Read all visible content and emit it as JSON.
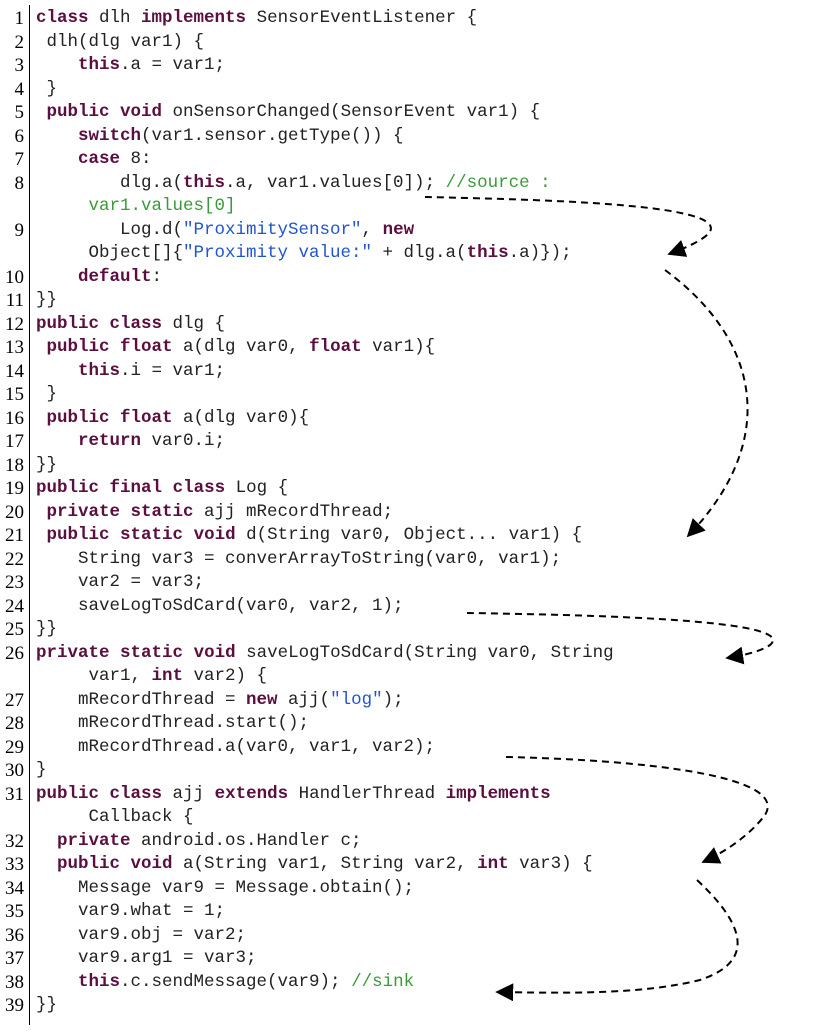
{
  "lines": [
    {
      "n": "1",
      "indent": 0,
      "segs": [
        [
          "kw",
          "class"
        ],
        [
          "t",
          " dlh "
        ],
        [
          "kw",
          "implements"
        ],
        [
          "t",
          " SensorEventListener {"
        ]
      ]
    },
    {
      "n": "2",
      "indent": 1,
      "segs": [
        [
          "t",
          "dlh(dlg var1) {"
        ]
      ]
    },
    {
      "n": "3",
      "indent": 4,
      "segs": [
        [
          "kw",
          "this"
        ],
        [
          "t",
          ".a = var1;"
        ]
      ]
    },
    {
      "n": "4",
      "indent": 1,
      "segs": [
        [
          "t",
          "}"
        ]
      ]
    },
    {
      "n": "5",
      "indent": 1,
      "segs": [
        [
          "kw",
          "public"
        ],
        [
          "t",
          " "
        ],
        [
          "kw",
          "void"
        ],
        [
          "t",
          " onSensorChanged(SensorEvent var1) {"
        ]
      ]
    },
    {
      "n": "6",
      "indent": 4,
      "segs": [
        [
          "kw",
          "switch"
        ],
        [
          "t",
          "(var1.sensor.getType()) {"
        ]
      ]
    },
    {
      "n": "7",
      "indent": 4,
      "segs": [
        [
          "kw",
          "case"
        ],
        [
          "t",
          " 8:"
        ]
      ]
    },
    {
      "n": "8",
      "indent": 8,
      "segs": [
        [
          "t",
          "dlg.a("
        ],
        [
          "kw",
          "this"
        ],
        [
          "t",
          ".a, var1.values[0]); "
        ],
        [
          "cm",
          "//source :"
        ]
      ]
    },
    {
      "n": "",
      "indent": 5,
      "segs": [
        [
          "cm",
          "var1.values[0]"
        ]
      ]
    },
    {
      "n": "9",
      "indent": 8,
      "segs": [
        [
          "t",
          "Log.d("
        ],
        [
          "str",
          "\"ProximitySensor\""
        ],
        [
          "t",
          ", "
        ],
        [
          "kw",
          "new"
        ]
      ]
    },
    {
      "n": "",
      "indent": 5,
      "segs": [
        [
          "t",
          "Object[]{"
        ],
        [
          "str",
          "\"Proximity value:\""
        ],
        [
          "t",
          " + dlg.a("
        ],
        [
          "kw",
          "this"
        ],
        [
          "t",
          ".a)});"
        ]
      ]
    },
    {
      "n": "10",
      "indent": 4,
      "segs": [
        [
          "kw",
          "default"
        ],
        [
          "t",
          ":"
        ]
      ]
    },
    {
      "n": "11",
      "indent": 0,
      "segs": [
        [
          "t",
          "}}"
        ]
      ]
    },
    {
      "n": "12",
      "indent": 0,
      "segs": [
        [
          "kw",
          "public"
        ],
        [
          "t",
          " "
        ],
        [
          "kw",
          "class"
        ],
        [
          "t",
          " dlg {"
        ]
      ]
    },
    {
      "n": "13",
      "indent": 1,
      "segs": [
        [
          "kw",
          "public"
        ],
        [
          "t",
          " "
        ],
        [
          "kw",
          "float"
        ],
        [
          "t",
          " a(dlg var0, "
        ],
        [
          "kw",
          "float"
        ],
        [
          "t",
          " var1){"
        ]
      ]
    },
    {
      "n": "14",
      "indent": 4,
      "segs": [
        [
          "kw",
          "this"
        ],
        [
          "t",
          ".i = var1;"
        ]
      ]
    },
    {
      "n": "15",
      "indent": 1,
      "segs": [
        [
          "t",
          "}"
        ]
      ]
    },
    {
      "n": "16",
      "indent": 1,
      "segs": [
        [
          "kw",
          "public"
        ],
        [
          "t",
          " "
        ],
        [
          "kw",
          "float"
        ],
        [
          "t",
          " a(dlg var0){"
        ]
      ]
    },
    {
      "n": "17",
      "indent": 4,
      "segs": [
        [
          "kw",
          "return"
        ],
        [
          "t",
          " var0.i;"
        ]
      ]
    },
    {
      "n": "18",
      "indent": 0,
      "segs": [
        [
          "t",
          "}}"
        ]
      ]
    },
    {
      "n": "19",
      "indent": 0,
      "segs": [
        [
          "kw",
          "public"
        ],
        [
          "t",
          " "
        ],
        [
          "kw",
          "final"
        ],
        [
          "t",
          " "
        ],
        [
          "kw",
          "class"
        ],
        [
          "t",
          " Log {"
        ]
      ]
    },
    {
      "n": "20",
      "indent": 1,
      "segs": [
        [
          "kw",
          "private"
        ],
        [
          "t",
          " "
        ],
        [
          "kw",
          "static"
        ],
        [
          "t",
          " ajj mRecordThread;"
        ]
      ]
    },
    {
      "n": "21",
      "indent": 1,
      "segs": [
        [
          "kw",
          "public"
        ],
        [
          "t",
          " "
        ],
        [
          "kw",
          "static"
        ],
        [
          "t",
          " "
        ],
        [
          "kw",
          "void"
        ],
        [
          "t",
          " d(String var0, Object... var1) {"
        ]
      ]
    },
    {
      "n": "22",
      "indent": 4,
      "segs": [
        [
          "t",
          "String var3 = converArrayToString(var0, var1);"
        ]
      ]
    },
    {
      "n": "23",
      "indent": 4,
      "segs": [
        [
          "t",
          "var2 = var3;"
        ]
      ]
    },
    {
      "n": "24",
      "indent": 4,
      "segs": [
        [
          "t",
          "saveLogToSdCard(var0, var2, 1);"
        ]
      ]
    },
    {
      "n": "25",
      "indent": 0,
      "segs": [
        [
          "t",
          "}}"
        ]
      ]
    },
    {
      "n": "26",
      "indent": 0,
      "segs": [
        [
          "kw",
          "private"
        ],
        [
          "t",
          " "
        ],
        [
          "kw",
          "static"
        ],
        [
          "t",
          " "
        ],
        [
          "kw",
          "void"
        ],
        [
          "t",
          " saveLogToSdCard(String var0, String"
        ]
      ]
    },
    {
      "n": "",
      "indent": 5,
      "segs": [
        [
          "t",
          "var1, "
        ],
        [
          "kw",
          "int"
        ],
        [
          "t",
          " var2) {"
        ]
      ]
    },
    {
      "n": "27",
      "indent": 4,
      "segs": [
        [
          "t",
          "mRecordThread = "
        ],
        [
          "kw",
          "new"
        ],
        [
          "t",
          " ajj("
        ],
        [
          "str",
          "\"log\""
        ],
        [
          "t",
          ");"
        ]
      ]
    },
    {
      "n": "28",
      "indent": 4,
      "segs": [
        [
          "t",
          "mRecordThread.start();"
        ]
      ]
    },
    {
      "n": "29",
      "indent": 4,
      "segs": [
        [
          "t",
          "mRecordThread.a(var0, var1, var2);"
        ]
      ]
    },
    {
      "n": "30",
      "indent": 0,
      "segs": [
        [
          "t",
          "}"
        ]
      ]
    },
    {
      "n": "31",
      "indent": 0,
      "segs": [
        [
          "kw",
          "public"
        ],
        [
          "t",
          " "
        ],
        [
          "kw",
          "class"
        ],
        [
          "t",
          " ajj "
        ],
        [
          "kw",
          "extends"
        ],
        [
          "t",
          " HandlerThread "
        ],
        [
          "kw",
          "implements"
        ]
      ]
    },
    {
      "n": "",
      "indent": 5,
      "segs": [
        [
          "t",
          "Callback {"
        ]
      ]
    },
    {
      "n": "32",
      "indent": 2,
      "segs": [
        [
          "kw",
          "private"
        ],
        [
          "t",
          " android.os.Handler c;"
        ]
      ]
    },
    {
      "n": "33",
      "indent": 2,
      "segs": [
        [
          "kw",
          "public"
        ],
        [
          "t",
          " "
        ],
        [
          "kw",
          "void"
        ],
        [
          "t",
          " a(String var1, String var2, "
        ],
        [
          "kw",
          "int"
        ],
        [
          "t",
          " var3) {"
        ]
      ]
    },
    {
      "n": "34",
      "indent": 4,
      "segs": [
        [
          "t",
          "Message var9 = Message.obtain();"
        ]
      ]
    },
    {
      "n": "35",
      "indent": 4,
      "segs": [
        [
          "t",
          "var9.what = 1;"
        ]
      ]
    },
    {
      "n": "36",
      "indent": 4,
      "segs": [
        [
          "t",
          "var9.obj = var2;"
        ]
      ]
    },
    {
      "n": "37",
      "indent": 4,
      "segs": [
        [
          "t",
          "var9.arg1 = var3;"
        ]
      ]
    },
    {
      "n": "38",
      "indent": 4,
      "segs": [
        [
          "kw",
          "this"
        ],
        [
          "t",
          ".c.sendMessage(var9); "
        ],
        [
          "cm",
          "//sink"
        ]
      ]
    },
    {
      "n": "39",
      "indent": 0,
      "segs": [
        [
          "t",
          "}}"
        ]
      ]
    }
  ],
  "colors": {
    "keyword": "#5b0f3f",
    "string": "#2255cc",
    "comment": "#3a9a3a",
    "text": "#222222",
    "arrow": "#000000"
  },
  "flow_edges": [
    {
      "from_line": "8",
      "to_line": "9"
    },
    {
      "from_line": "9",
      "to_line": "21"
    },
    {
      "from_line": "24",
      "to_line": "26"
    },
    {
      "from_line": "29",
      "to_line": "33"
    },
    {
      "from_line": "33",
      "to_line": "38"
    }
  ]
}
